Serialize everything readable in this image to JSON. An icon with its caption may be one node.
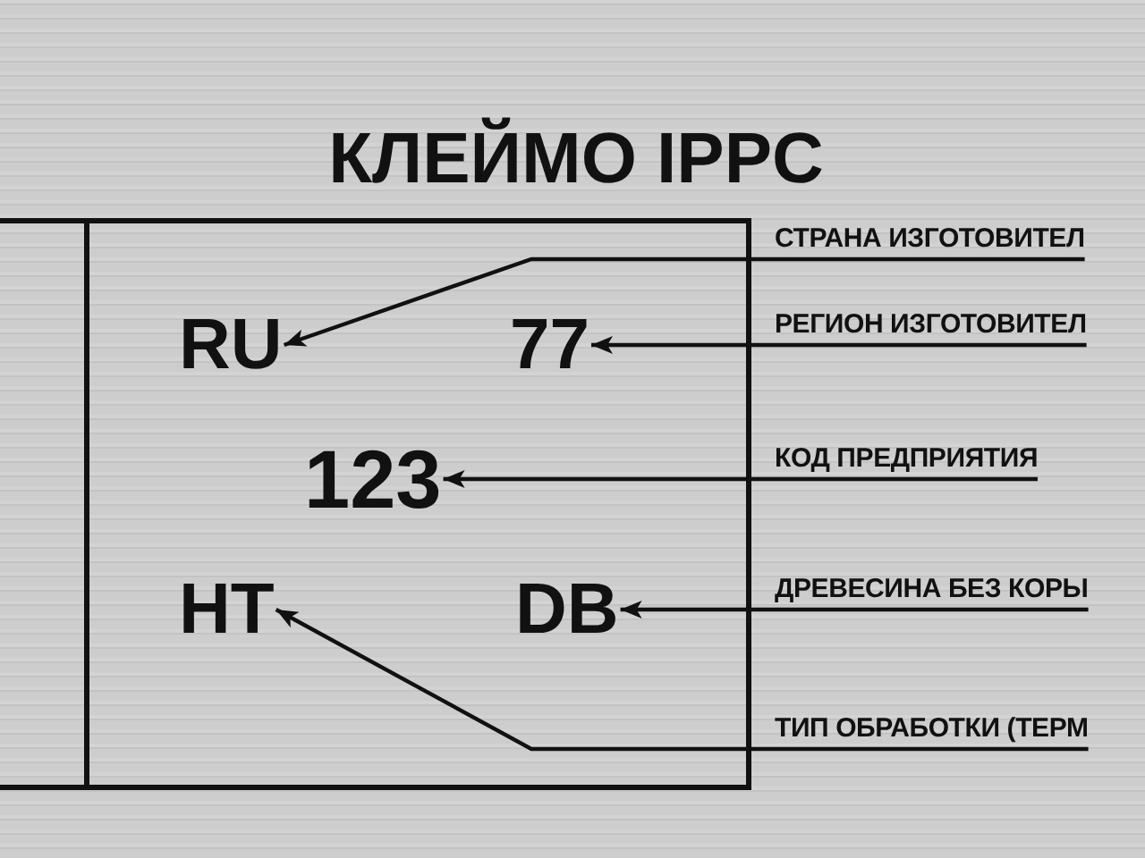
{
  "diagram": {
    "title": "КЛЕЙМО IPPC",
    "nodes": [
      {
        "text": [],
        "shape": "box"
      },
      {
        "text": [
          "RU"
        ],
        "in": 0
      },
      {
        "text": [
          "77"
        ],
        "in": 0
      },
      {
        "text": [
          "123"
        ],
        "in": 0
      },
      {
        "text": [
          "HT"
        ],
        "in": 0
      },
      {
        "text": [
          "DB"
        ],
        "in": 0
      },
      {
        "text": [
          "СТРАНА ИЗГОТОВИТЕЛ"
        ]
      },
      {
        "text": [
          "РЕГИОН ИЗГОТОВИТЕЛ"
        ]
      },
      {
        "text": [
          "КОД ПРЕДПРИЯТИЯ"
        ]
      },
      {
        "text": [
          "ДРЕВЕСИНА БЕЗ КОРЫ"
        ]
      },
      {
        "text": [
          "ТИП ОБРАБОТКИ (ТЕРМ"
        ]
      }
    ],
    "edges": [
      {
        "from": 6,
        "to": 1,
        "arrow": "to"
      },
      {
        "from": 7,
        "to": 2,
        "arrow": "to"
      },
      {
        "from": 8,
        "to": 3,
        "arrow": "to"
      },
      {
        "from": 9,
        "to": 5,
        "arrow": "to"
      },
      {
        "from": 10,
        "to": 4,
        "arrow": "to"
      }
    ]
  }
}
